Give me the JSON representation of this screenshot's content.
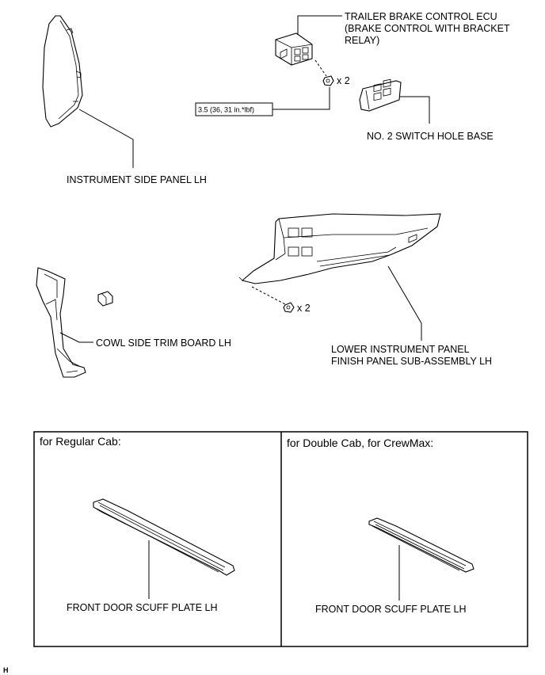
{
  "parts": {
    "ecu_line1": "TRAILER BRAKE CONTROL ECU",
    "ecu_line2": "(BRAKE CONTROL WITH BRACKET",
    "ecu_line3": "RELAY)",
    "screw_qty_top": "x 2",
    "torque_spec": "3.5 (36, 31 in.*lbf)",
    "switch_base": "NO. 2 SWITCH HOLE BASE",
    "side_panel": "INSTRUMENT SIDE PANEL LH",
    "cowl_trim": "COWL SIDE TRIM BOARD LH",
    "finish_panel_line1": "LOWER INSTRUMENT PANEL",
    "finish_panel_line2": "FINISH PANEL SUB-ASSEMBLY LH",
    "screw_qty_bottom": "x 2"
  },
  "variants": [
    {
      "heading": "for Regular Cab:",
      "part_label": "FRONT DOOR SCUFF PLATE LH"
    },
    {
      "heading": "for Double Cab, for CrewMax:",
      "part_label": "FRONT DOOR SCUFF PLATE LH"
    }
  ],
  "footer_code": "H"
}
